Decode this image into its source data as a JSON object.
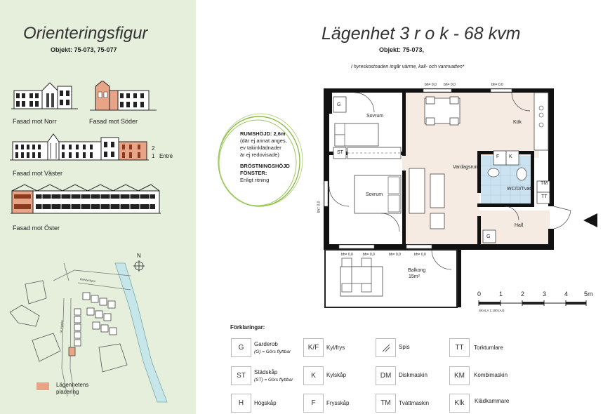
{
  "orientation": {
    "title": "Orienteringsfigur",
    "objekt": "Objekt: 75-073, 75-077",
    "facades": {
      "norr": "Fasad mot Norr",
      "soder": "Fasad mot Söder",
      "vaster": "Fasad mot Väster",
      "oster": "Fasad mot Öster"
    },
    "entrance": {
      "n2": "2",
      "n1": "1",
      "label": "Entré"
    },
    "compass": "N",
    "map_legend": "Lägenhetens placering",
    "street_labels": [
      "Bandyvägen",
      "Gruvgatan"
    ],
    "highlight_color": "#e8a486"
  },
  "apartment": {
    "title": "Lägenhet 3 r o k - 68 kvm",
    "objekt": "Objekt: 75-073,",
    "note": "I hyreskostnaden ingår värme, kall- och varmvatten*",
    "room_height": [
      "RUMSHÖJD: 2,6m",
      "(där ej annat anges,",
      "ev takinklädnader",
      "är ej redovisade)"
    ],
    "window_height": [
      "BRÖSTNINGSHÖJD",
      "FÖNSTER:",
      "Enligt ritning"
    ],
    "rooms": {
      "sovrum1": "Sovrum",
      "sovrum2": "Sovrum",
      "vardagsrum": "Vardagsrum",
      "kok": "Kök",
      "wc": "WC/D/Tvätt",
      "hall": "Hall",
      "balkong": "Balkong",
      "balkong_area": "15m²"
    },
    "fixtures": {
      "g1": "G",
      "st": "ST",
      "f": "F",
      "k": "K",
      "tm": "TM",
      "tt": "TT",
      "g2": "G"
    },
    "window_labels": [
      "bh= 0,0",
      "bh= 0,0",
      "bh= 0,0",
      "bh= 0,0",
      "bh= 0,0",
      "bh= 0,0",
      "bh= 0,0",
      "bh= 0,0"
    ],
    "scale": {
      "ticks": [
        "0",
        "1",
        "2",
        "3",
        "4",
        "5m"
      ],
      "label": "SKALA 1:100 (A4)"
    }
  },
  "legend": {
    "title": "Förklaringar:",
    "items": [
      {
        "code": "G",
        "name": "Garderob",
        "sub": "(G) = Görs flyttbar"
      },
      {
        "code": "K/F",
        "name": "Kyl/frys",
        "sub": ""
      },
      {
        "code": "",
        "name": "Spis",
        "sub": "",
        "icon": "stove-icon"
      },
      {
        "code": "TT",
        "name": "Torktumlare",
        "sub": ""
      },
      {
        "code": "ST",
        "name": "Städskåp",
        "sub": "(ST) = Görs flyttbar"
      },
      {
        "code": "K",
        "name": "Kylskåp",
        "sub": ""
      },
      {
        "code": "DM",
        "name": "Diskmaskin",
        "sub": ""
      },
      {
        "code": "KM",
        "name": "Kombimaskin",
        "sub": ""
      },
      {
        "code": "H",
        "name": "Högskåp",
        "sub": ""
      },
      {
        "code": "F",
        "name": "Frysskåp",
        "sub": ""
      },
      {
        "code": "TM",
        "name": "Tvättmaskin",
        "sub": ""
      },
      {
        "code": "Klk",
        "name": "Klädkammare",
        "sub": ""
      }
    ]
  }
}
